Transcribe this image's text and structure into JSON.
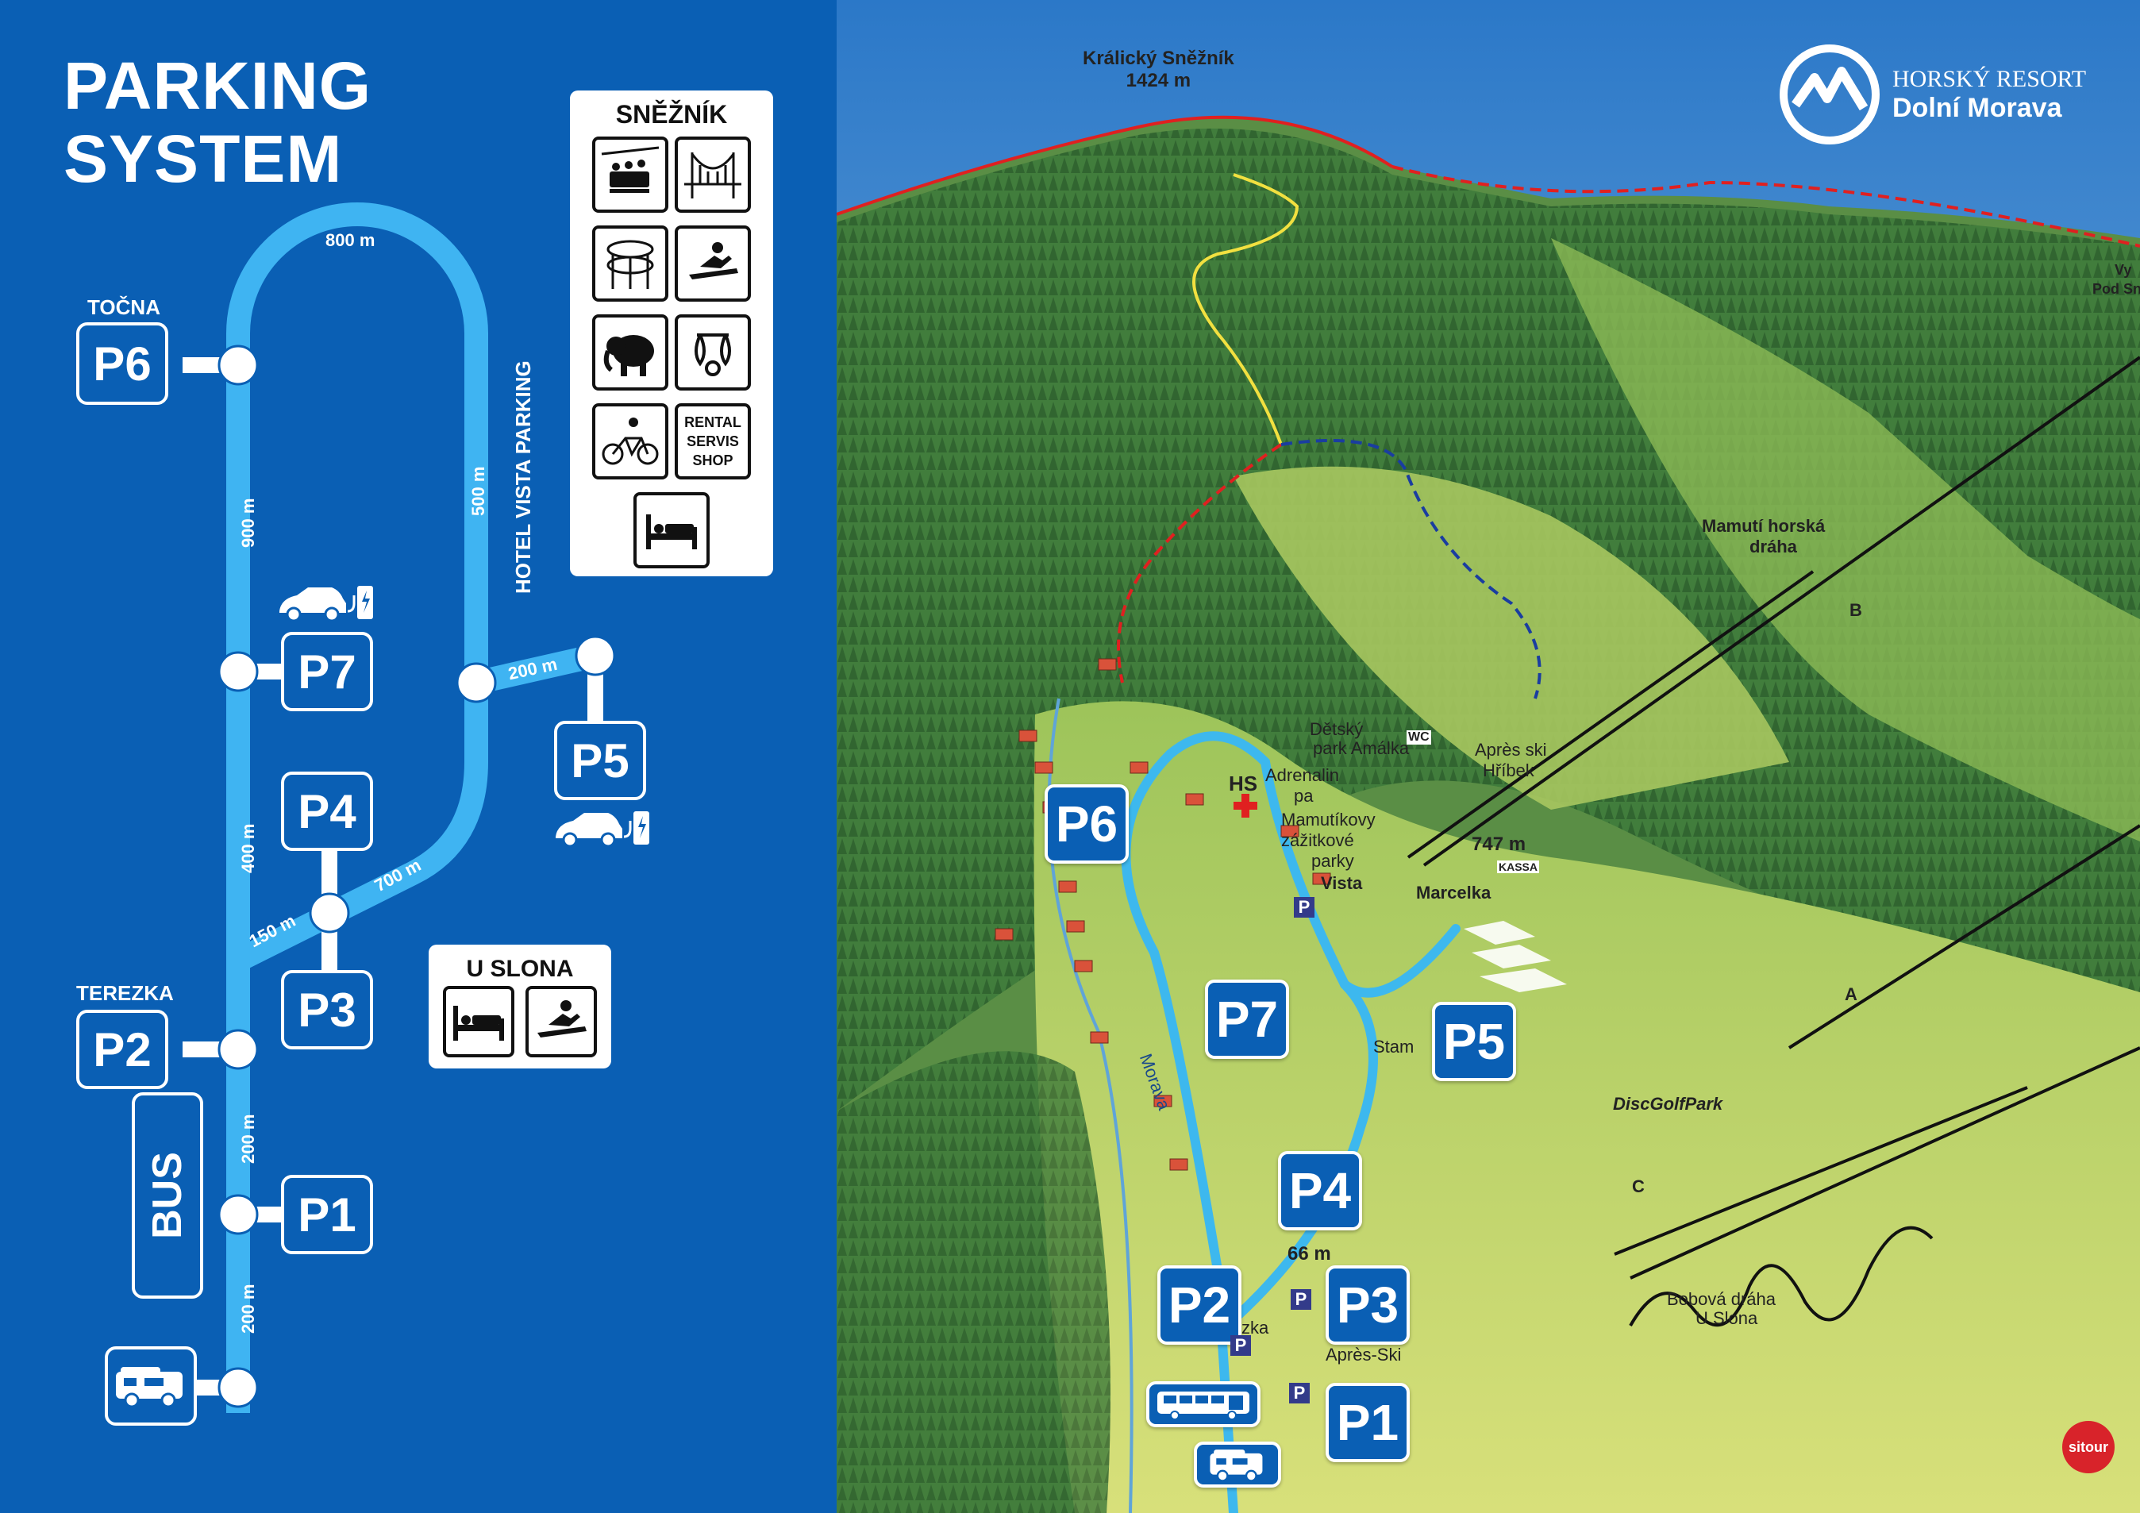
{
  "panel": {
    "title_line1": "PARKING",
    "title_line2": "SYSTEM"
  },
  "left_parking": {
    "P6": {
      "label": "P6",
      "name": "TOČNA"
    },
    "P7": {
      "label": "P7"
    },
    "P4": {
      "label": "P4"
    },
    "P3": {
      "label": "P3"
    },
    "P2": {
      "label": "P2",
      "name": "TEREZKA"
    },
    "P1": {
      "label": "P1"
    },
    "P5": {
      "label": "P5"
    },
    "bus": "BUS",
    "hotel_vista": "HOTEL VISTA PARKING"
  },
  "distances": {
    "d800": "800 m",
    "d900": "900 m",
    "d500": "500 m",
    "d200a": "200 m",
    "d400": "400 m",
    "d700": "700 m",
    "d150": "150 m",
    "d200b": "200 m",
    "d200c": "200 m"
  },
  "legend_sneznik": {
    "title": "SNĚŽNÍK",
    "rental": [
      "RENTAL",
      "SERVIS",
      "SHOP"
    ]
  },
  "legend_uslona": {
    "title": "U SLONA"
  },
  "map": {
    "peak_name": "Králický Sněžník",
    "peak_elev": "1424 m",
    "resort_line1": "HORSKÝ RESORT",
    "resort_line2": "Dolní Morava",
    "labels": {
      "mamuti": "Mamutí horská",
      "drahа": "dráha",
      "detsky": "Dětský",
      "park_amalka": "park Amálka",
      "apres1": "Après ski",
      "hribek": "Hříbek",
      "adrenalin": "Adrenalin",
      "pa": "pa",
      "mamutikovy": "Mamutíkovy",
      "zazitkove": "zážitkové",
      "parky": "parky",
      "elev747": "747 m",
      "vista": "Vista",
      "marcelka": "Marcelka",
      "stam": "Stam",
      "morava": "Morava",
      "discgolf": "DiscGolfPark",
      "bobova": "Bobová dráha",
      "uslona": "U Slona",
      "elev66": "66 m",
      "zka": "zka",
      "apres2": "Après-Ski",
      "hs": "HS",
      "wc": "WC",
      "kassa": "KASSA",
      "a": "A",
      "b": "B",
      "c": "C",
      "pod": "Pod Sn",
      "vy": "Vy",
      "sitour": "sitour"
    },
    "pins": {
      "P6": "P6",
      "P7": "P7",
      "P5": "P5",
      "P4": "P4",
      "P3": "P3",
      "P2": "P2",
      "P1": "P1"
    }
  },
  "colors": {
    "panel_blue": "#0a5fb4",
    "route_blue": "#3fb4f2",
    "map_route": "#3db8ee"
  }
}
